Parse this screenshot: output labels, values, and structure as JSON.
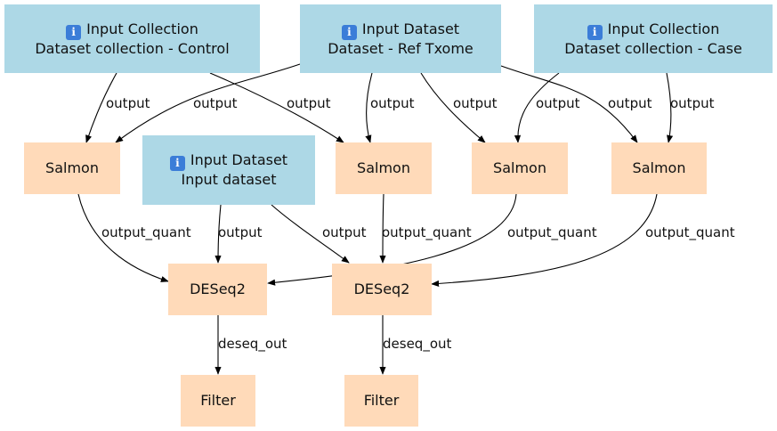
{
  "nodes": {
    "in_control": {
      "title": "Input Collection",
      "subtitle": "Dataset collection - Control",
      "icon": "info-icon"
    },
    "in_ref": {
      "title": "Input Dataset",
      "subtitle": "Dataset - Ref Txome",
      "icon": "info-icon"
    },
    "in_case": {
      "title": "Input Collection",
      "subtitle": "Dataset collection - Case",
      "icon": "info-icon"
    },
    "in_data": {
      "title": "Input Dataset",
      "subtitle": "Input dataset",
      "icon": "info-icon"
    },
    "salmon1": {
      "label": "Salmon"
    },
    "salmon2": {
      "label": "Salmon"
    },
    "salmon3": {
      "label": "Salmon"
    },
    "salmon4": {
      "label": "Salmon"
    },
    "deseq1": {
      "label": "DESeq2"
    },
    "deseq2": {
      "label": "DESeq2"
    },
    "filter1": {
      "label": "Filter"
    },
    "filter2": {
      "label": "Filter"
    }
  },
  "edge_labels": {
    "output": "output",
    "output_quant": "output_quant",
    "deseq_out": "deseq_out"
  },
  "colors": {
    "input_node": "#add8e6",
    "tool_node": "#ffdab9",
    "edge": "#000000"
  }
}
